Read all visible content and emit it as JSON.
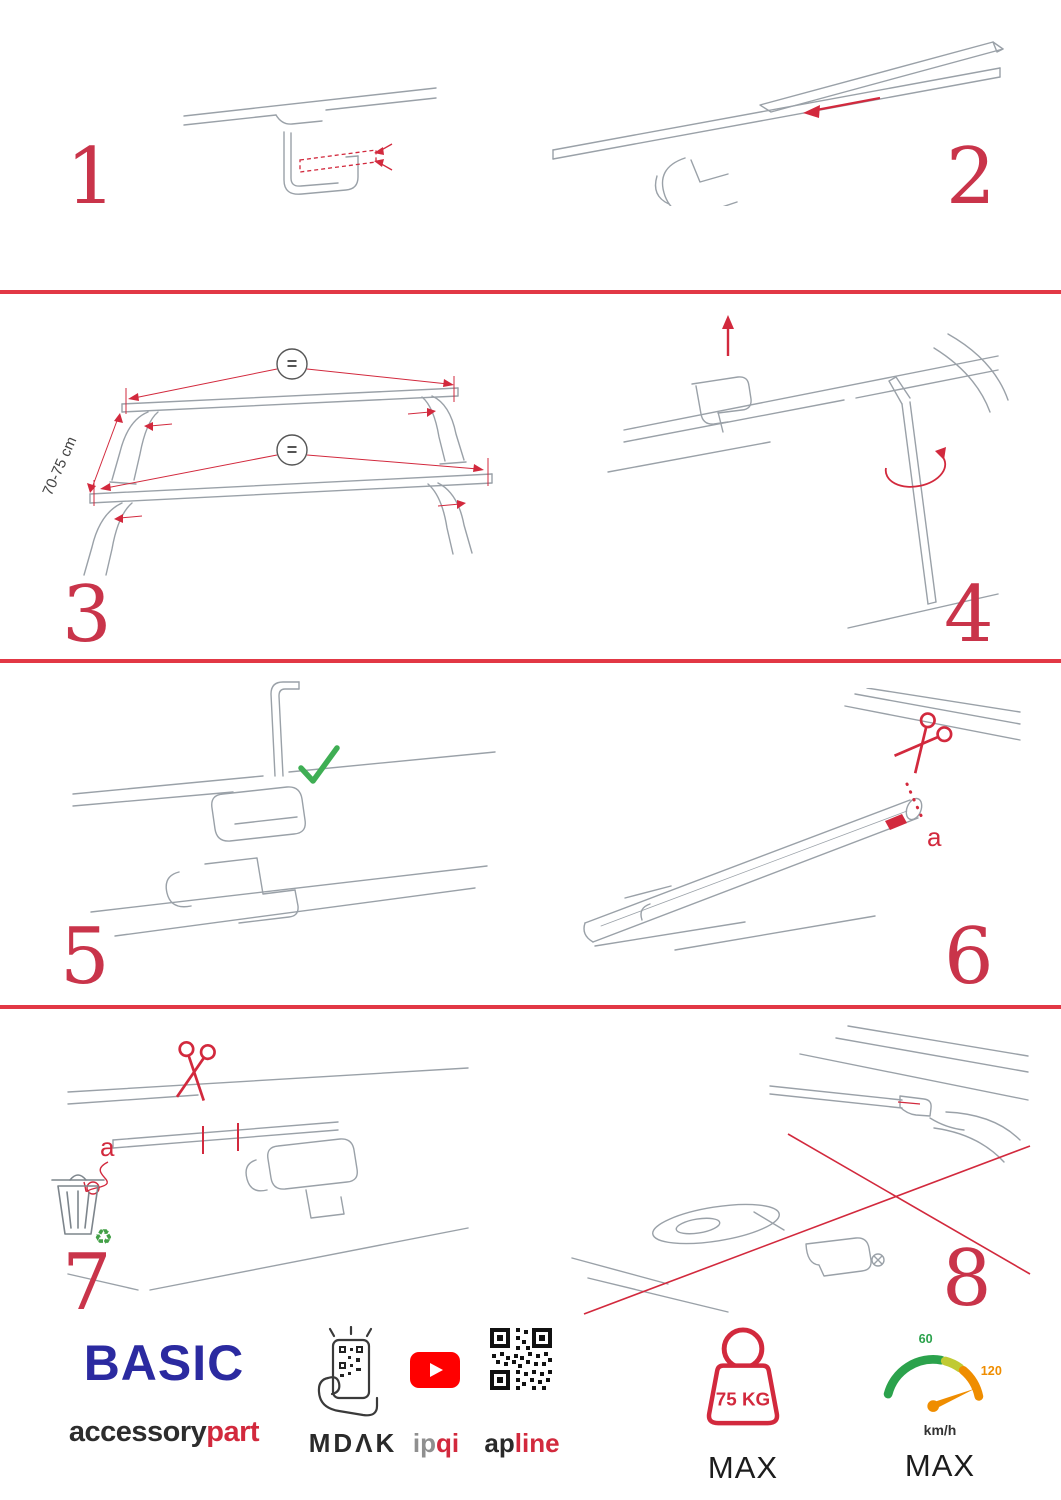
{
  "steps": [
    {
      "number": "1"
    },
    {
      "number": "2"
    },
    {
      "number": "3",
      "measurement": "70-75 cm",
      "equal_top": "=",
      "equal_bottom": "="
    },
    {
      "number": "4"
    },
    {
      "number": "5"
    },
    {
      "number": "6",
      "cut_label": "a"
    },
    {
      "number": "7",
      "cut_label": "a"
    },
    {
      "number": "8"
    }
  ],
  "icons": {
    "scissors": "✂",
    "recycle": "♻",
    "check": "✓"
  },
  "footer": {
    "brand_title": "BASIC",
    "brand_sub_black": "accessory",
    "brand_sub_red": "part",
    "partner_mdak": "MDΛK",
    "partner_ipqi_black": "ip",
    "partner_ipqi_red": "qi",
    "partner_apline_black": "ap",
    "partner_apline_red": "line",
    "weight_value": "75 KG",
    "weight_max_label": "MAX",
    "speed_low": "60",
    "speed_high": "120",
    "speed_unit": "km/h",
    "speed_max_label": "MAX"
  },
  "colors": {
    "accent_red": "#d2293d",
    "divider_red": "#e23845",
    "number_red": "#c9344a",
    "brand_blue": "#2b2aa0",
    "green": "#3fae54",
    "orange": "#ef8d00",
    "sketch_gray": "#9aa1a8",
    "dark_text": "#222222"
  }
}
